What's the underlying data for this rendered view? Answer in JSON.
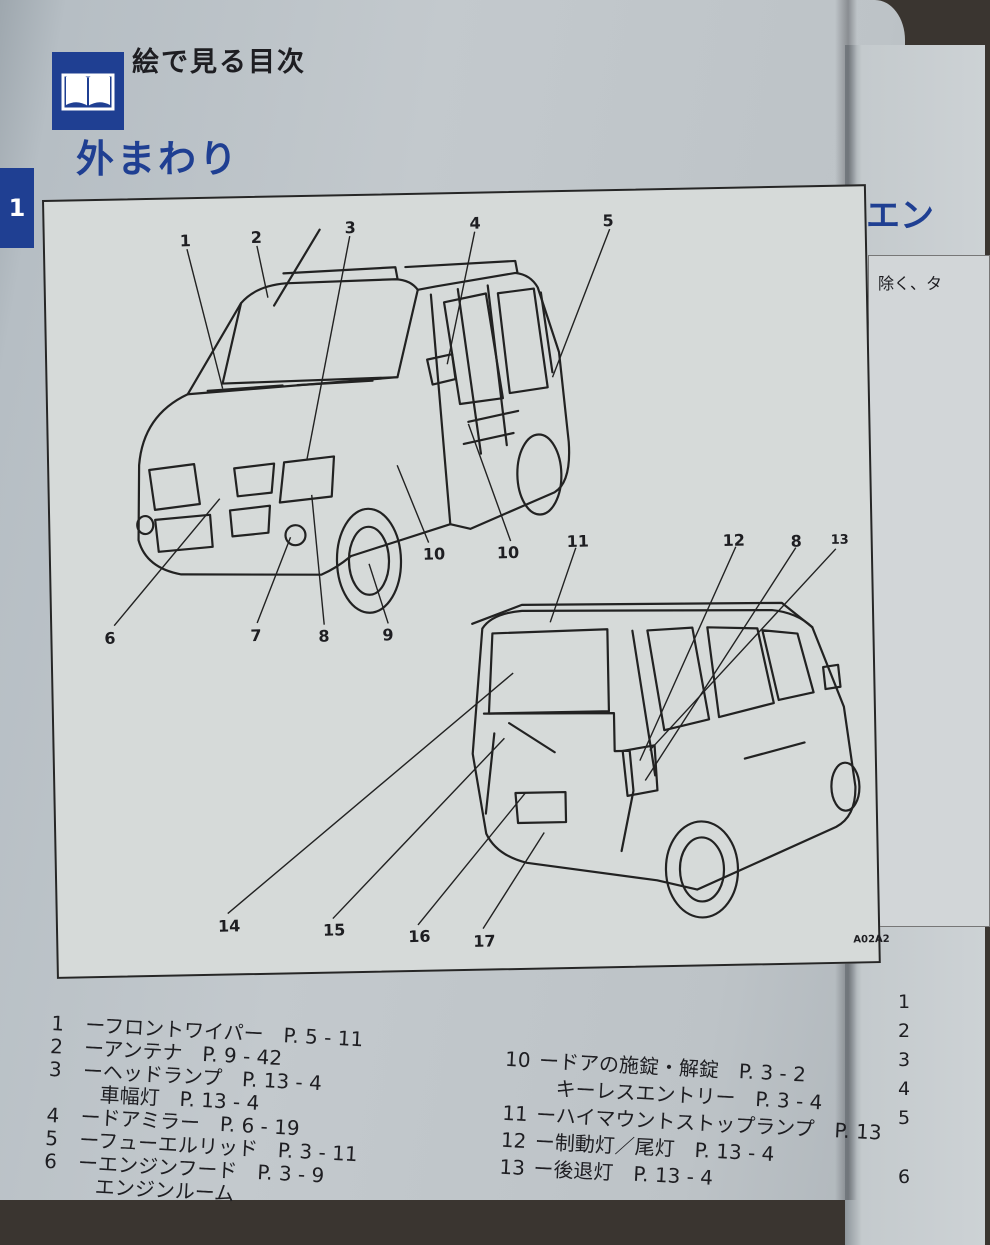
{
  "header": {
    "section_title": "絵で見る目次",
    "page_heading": "外まわり",
    "chapter_tab": "1"
  },
  "right_page": {
    "heading": "エン",
    "note": "除く、タ",
    "item_numbers": [
      "1",
      "2",
      "3",
      "4",
      "5",
      "6"
    ]
  },
  "figure": {
    "code": "A02A2",
    "callouts": [
      "1",
      "2",
      "3",
      "4",
      "5",
      "6",
      "7",
      "8",
      "9",
      "10",
      "11",
      "12",
      "8",
      "13",
      "14",
      "15",
      "16",
      "17"
    ]
  },
  "legend": {
    "left_items": [
      {
        "num": "1",
        "text": "ーフロントワイパー　P. 5 - 11"
      },
      {
        "num": "2",
        "text": "ーアンテナ　P. 9 - 42"
      },
      {
        "num": "3",
        "text": "ーヘッドランプ　P. 13 - 4"
      },
      {
        "num": "",
        "text": "車幅灯　P. 13 - 4",
        "sub": true
      },
      {
        "num": "4",
        "text": "ードアミラー　P. 6 - 19"
      },
      {
        "num": "5",
        "text": "ーフューエルリッド　P. 3 - 11"
      },
      {
        "num": "6",
        "text": "ーエンジンフード　P. 3 - 9"
      },
      {
        "num": "",
        "text": "エンジンルーム",
        "sub": true
      }
    ],
    "right_items": [
      {
        "num": "10",
        "text": "ードアの施錠・解錠　P. 3 - 2"
      },
      {
        "num": "",
        "text": "キーレスエントリー　P. 3 - 4",
        "sub": true
      },
      {
        "num": "11",
        "text": "ーハイマウントストップランプ　P. 13"
      },
      {
        "num": "12",
        "text": "ー制動灯／尾灯　P. 13 - 4"
      },
      {
        "num": "13",
        "text": "ー後退灯　P. 13 - 4"
      }
    ]
  }
}
